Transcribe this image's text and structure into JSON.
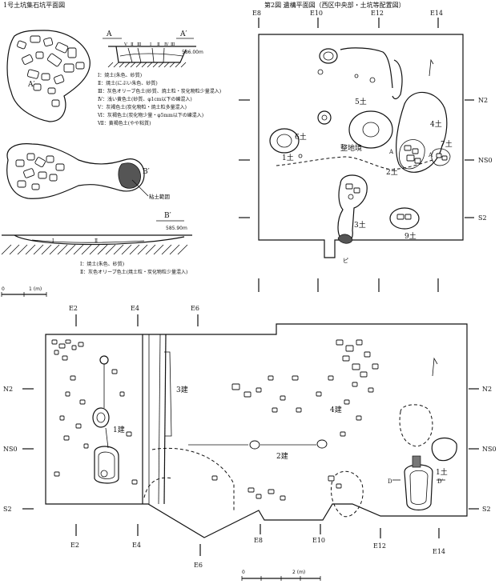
{
  "header": {
    "left": "1号土坑集石坑平面図",
    "right": "第2図 遺構平面図（西区中央部・土坑等配置図）"
  },
  "section_a": {
    "label_a": "A",
    "label_a_prime": "A′",
    "elevation": "586.00m",
    "layers": [
      "Ⅴ",
      "Ⅱ",
      "Ⅲ",
      "Ⅰ",
      "Ⅱ",
      "Ⅳ",
      "Ⅲ"
    ],
    "legend": [
      "Ⅰ：焼土(朱色、砂質)",
      "Ⅱ：焼土(にぶい朱色、砂質)",
      "Ⅲ：灰色オリーブ色土(砂質、焼土粒・炭化物粒少量混入)",
      "Ⅳ：浅い黄色土(砂質、φ1cm以下の礫混入)",
      "Ⅴ：灰褐色土(炭化物粒・焼土粒多量混入)",
      "Ⅵ：灰褐色土(炭化物少量・φ5mm以下の礫混入)",
      "Ⅶ：黄褐色土(やや粘質)"
    ]
  },
  "plan_a_label": "A′",
  "section_b": {
    "label": "B′",
    "label2": "B′",
    "clay": "粘土範囲",
    "elevation": "585.90m",
    "layers": [
      "Ⅰ",
      "Ⅱ"
    ],
    "legend": [
      "Ⅰ：焼土(朱色、砂質)",
      "Ⅱ：灰色オリーブ色土(焼土粒・炭化物粒少量混入)"
    ]
  },
  "scale_small": {
    "zero": "0",
    "label": "1 (m)"
  },
  "upper_plan": {
    "top_grid": [
      "E8",
      "E10",
      "E12",
      "E14"
    ],
    "right_grid": [
      "N2",
      "NS0",
      "S2"
    ],
    "features": {
      "f1": "1土",
      "f2": "2土",
      "f3": "3土",
      "f4": "4土",
      "f5": "5土",
      "f6": "6土",
      "f7": "7土",
      "f9": "9土",
      "seichi": "整地境",
      "a": "A",
      "a2": "A′",
      "pit": "ピ"
    }
  },
  "lower_plan": {
    "top_grid": [
      "E2",
      "E4",
      "E6"
    ],
    "bottom_grid": [
      "E2",
      "E4",
      "E6",
      "E8",
      "E10",
      "E12",
      "E14"
    ],
    "left_grid": [
      "N2",
      "NS0",
      "S2"
    ],
    "right_grid": [
      "N2",
      "NS0",
      "S2"
    ],
    "features": {
      "b1": "1建",
      "b2": "2建",
      "b3": "3建",
      "b4": "4建",
      "d1": "1土",
      "d": "D",
      "d2": "D′"
    }
  },
  "scale_large": {
    "zero": "0",
    "label": "2 (m)"
  }
}
